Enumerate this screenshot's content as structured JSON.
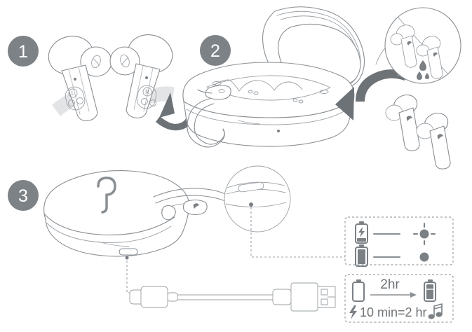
{
  "document": {
    "kind": "product-quick-start-illustration",
    "title": "Earbuds Charging Instructions",
    "background_color": "#ffffff",
    "line_color": "#8a8f94",
    "accent_color": "#6d7277",
    "text_color": "#6e7377"
  },
  "steps": [
    {
      "number": "1",
      "name": "remove-earbuds",
      "badge_color": "#7d8287",
      "earbuds": [
        {
          "channel": "L",
          "name": "left-earbud"
        },
        {
          "channel": "R",
          "name": "right-earbud"
        }
      ],
      "arrow": {
        "name": "rotate-arrow",
        "direction": "up-left"
      }
    },
    {
      "number": "2",
      "name": "insert-earbuds-into-case",
      "badge_color": "#7d8287",
      "case": {
        "state": "open",
        "name": "charging-case-open",
        "lanyard": "wrist-strap"
      },
      "arrow": {
        "name": "insert-arrow",
        "direction": "left"
      },
      "warning_inset": {
        "name": "dry-earbuds-warning",
        "shows": "water-droplets-on-earbuds",
        "droplets": 3,
        "divider": "diagonal-slash"
      }
    },
    {
      "number": "3",
      "name": "charge-the-case",
      "badge_color": "#7d8287",
      "case": {
        "state": "closed",
        "name": "charging-case-closed",
        "logo": "soundcore-logo",
        "port": "usb-c-port"
      },
      "cable": {
        "name": "usb-c-to-usb-a-cable",
        "connector_a": "usb-c",
        "connector_b": "usb-a"
      },
      "detail_inset": {
        "name": "led-indicator-detail",
        "shows": "led-indicator-dot"
      }
    }
  ],
  "led_legend": {
    "name": "led-status-legend",
    "rows": [
      {
        "name": "charging-row",
        "battery_icon": "battery-charging-icon",
        "led_icon": "led-blinking-icon",
        "meaning": "charging"
      },
      {
        "name": "charged-row",
        "battery_icon": "battery-full-icon",
        "led_icon": "led-solid-icon",
        "meaning": "fully-charged"
      }
    ]
  },
  "charge_time": {
    "name": "charging-time-legend",
    "from_icon": "battery-empty-icon",
    "to_icon": "battery-full-icon",
    "full_charge_label": "2hr",
    "fast_charge_icon": "lightning-bolt-icon",
    "fast_charge_label": "10 min=2 hr",
    "playback_icon": "music-note-icon"
  }
}
